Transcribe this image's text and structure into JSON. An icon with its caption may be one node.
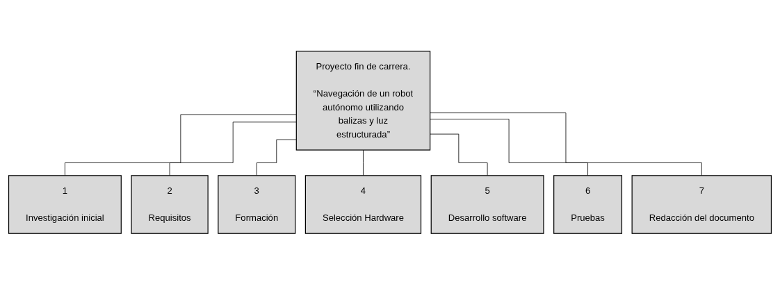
{
  "diagram": {
    "nodes": [
      {
        "text": [
          "Proyecto fin de carrera.",
          "“Navegación de un robot autónomo utilizando balizas y luz estructurada”"
        ]
      },
      {
        "text": [
          "1",
          "Investigación inicial"
        ]
      },
      {
        "text": [
          "2",
          "Requisitos"
        ]
      },
      {
        "text": [
          "3",
          "Formación"
        ]
      },
      {
        "text": [
          "4",
          "Selección Hardware"
        ]
      },
      {
        "text": [
          "5",
          "Desarrollo software"
        ]
      },
      {
        "text": [
          "6",
          "Pruebas"
        ]
      },
      {
        "text": [
          "7",
          "Redacción del documento"
        ]
      }
    ],
    "edges": [
      {
        "from": 0,
        "to": 1,
        "arrow": "none"
      },
      {
        "from": 0,
        "to": 2,
        "arrow": "none"
      },
      {
        "from": 0,
        "to": 3,
        "arrow": "none"
      },
      {
        "from": 0,
        "to": 4,
        "arrow": "none"
      },
      {
        "from": 0,
        "to": 5,
        "arrow": "none"
      },
      {
        "from": 0,
        "to": 6,
        "arrow": "none"
      },
      {
        "from": 0,
        "to": 7,
        "arrow": "none"
      }
    ]
  }
}
